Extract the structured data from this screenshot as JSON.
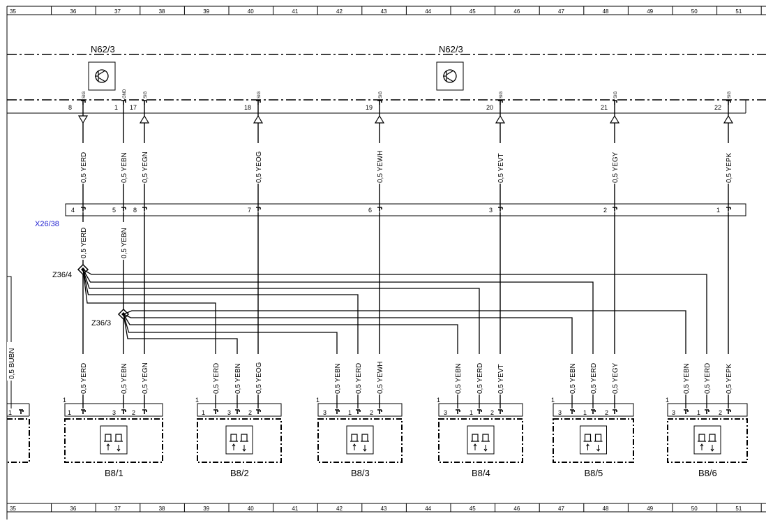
{
  "grid": {
    "numbers": [
      "35",
      "36",
      "37",
      "38",
      "39",
      "40",
      "41",
      "42",
      "43",
      "44",
      "45",
      "46",
      "47",
      "48",
      "49",
      "50",
      "51",
      "5"
    ]
  },
  "modules": [
    {
      "id": "N62/3"
    },
    {
      "id": "N62/3"
    }
  ],
  "top_pins": [
    {
      "num": "8",
      "sig": "SIG",
      "wire": "0,5 YERD"
    },
    {
      "num": "1",
      "sig": "GND",
      "wire": "0,5 YEBN"
    },
    {
      "num": "17",
      "sig": "SIG",
      "wire": "0,5 YEGN"
    },
    {
      "num": "18",
      "sig": "SIG",
      "wire": "0,5 YEOG"
    },
    {
      "num": "19",
      "sig": "SIG",
      "wire": "0,5 YEWH"
    },
    {
      "num": "20",
      "sig": "SIG",
      "wire": "0,5 YEVT"
    },
    {
      "num": "21",
      "sig": "SIG",
      "wire": "0,5 YEGY"
    },
    {
      "num": "22",
      "sig": "SIG",
      "wire": "0,5 YEPK"
    }
  ],
  "connector": {
    "name": "X26/38",
    "pins": [
      "4",
      "5",
      "8",
      "7",
      "6",
      "3",
      "2",
      "1"
    ]
  },
  "below_connector_wires": [
    "0,5 YERD",
    "0,5 YEBN"
  ],
  "splices": [
    "Z36/4",
    "Z36/3"
  ],
  "left_wire": "0,5 BUBN",
  "sensors": [
    {
      "name": "B8/1",
      "corner": "1",
      "pins": [
        "1",
        "3",
        "2"
      ],
      "wires": [
        "0,5 YERD",
        "0,5 YEBN",
        "0,5 YEGN"
      ]
    },
    {
      "name": "B8/2",
      "corner": "1",
      "pins": [
        "1",
        "3",
        "2"
      ],
      "wires": [
        "0,5 YERD",
        "0,5 YEBN",
        "0,5 YEOG"
      ]
    },
    {
      "name": "B8/3",
      "corner": "1",
      "pins": [
        "3",
        "1",
        "2"
      ],
      "wires": [
        "0,5 YEBN",
        "0,5 YERD",
        "0,5 YEWH"
      ]
    },
    {
      "name": "B8/4",
      "corner": "1",
      "pins": [
        "3",
        "1",
        "2"
      ],
      "wires": [
        "0,5 YEBN",
        "0,5 YERD",
        "0,5 YEVT"
      ]
    },
    {
      "name": "B8/5",
      "corner": "1",
      "pins": [
        "3",
        "1",
        "2"
      ],
      "wires": [
        "0,5 YEBN",
        "0,5 YERD",
        "0,5 YEGY"
      ]
    },
    {
      "name": "B8/6",
      "corner": "1",
      "pins": [
        "3",
        "1",
        "2"
      ],
      "wires": [
        "0,5 YEBN",
        "0,5 YERD",
        "0,5 YEPK"
      ]
    }
  ],
  "partial_sensor_pin": "1"
}
